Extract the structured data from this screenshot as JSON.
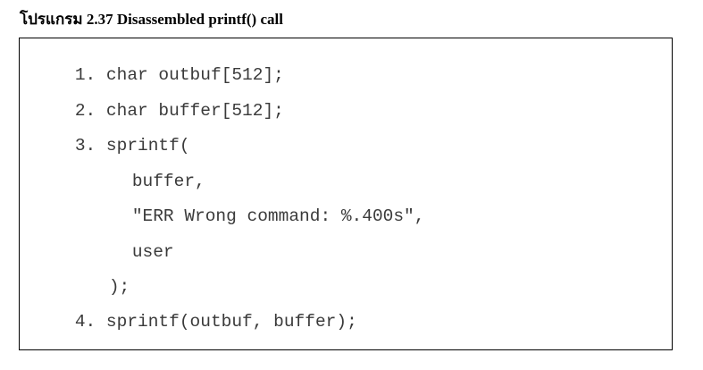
{
  "caption": "โปรแกรม 2.37 Disassembled printf() call",
  "code": {
    "lines": [
      {
        "num": "1.",
        "text": "char outbuf[512];"
      },
      {
        "num": "2.",
        "text": "char buffer[512];"
      },
      {
        "num": "3.",
        "text": "sprintf("
      },
      {
        "num": "",
        "text": "buffer,"
      },
      {
        "num": "",
        "text": "\"ERR Wrong command: %.400s\","
      },
      {
        "num": "",
        "text": "user"
      },
      {
        "num": "",
        "text": ");"
      },
      {
        "num": "4.",
        "text": "sprintf(outbuf, buffer);"
      }
    ]
  }
}
